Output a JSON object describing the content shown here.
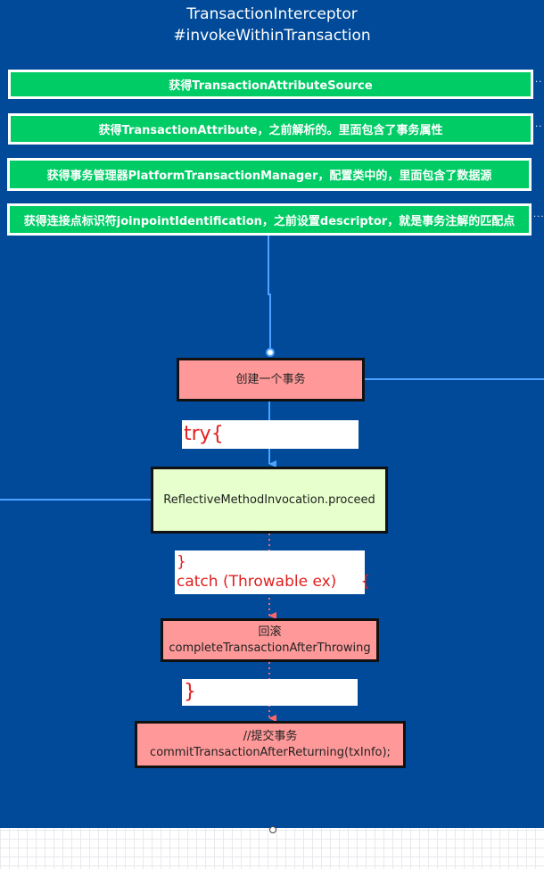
{
  "title": {
    "line1": "TransactionInterceptor",
    "line2": "#invokeWithinTransaction"
  },
  "steps": [
    "获得TransactionAttributeSource",
    "获得TransactionAttribute，之前解析的。里面包含了事务属性",
    "获得事务管理器PlatformTransactionManager，配置类中的，里面包含了数据源",
    "获得连接点标识符joinpointIdentification，之前设置descriptor，就是事务注解的匹配点"
  ],
  "flow": {
    "create_tx": "创建一个事务",
    "try_label": "try{",
    "proceed": "ReflectiveMethodInvocation.proceed",
    "catch_line1": "}",
    "catch_line2": "catch (Throwable ex)     {",
    "rollback_line1": "回滚",
    "rollback_line2": "completeTransactionAfterThrowing",
    "close_brace": "}",
    "commit_line1": "//提交事务",
    "commit_line2": "commitTransactionAfterReturning(txInfo);"
  },
  "colors": {
    "panel": "#004a99",
    "step_fill": "#00cc66",
    "box_red": "#ff9999",
    "box_green": "#e6ffcc",
    "arrow_solid": "#4da3ff",
    "arrow_dotted": "#ff5a5a",
    "code_text": "#e02020"
  }
}
